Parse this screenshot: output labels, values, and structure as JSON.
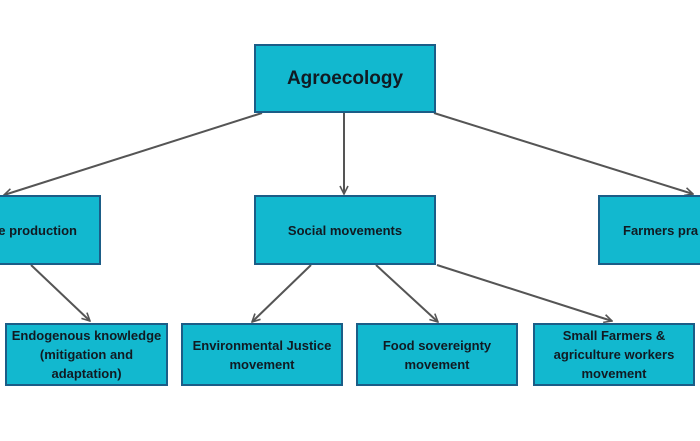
{
  "colors": {
    "box_fill": "#12b8cf",
    "box_border": "#1b5d87",
    "connector": "#555555",
    "text": "#111a22",
    "background": "#ffffff"
  },
  "nodes": {
    "root": {
      "label": "Agroecology"
    },
    "left": {
      "label": "e production"
    },
    "social": {
      "label": "Social movements"
    },
    "right": {
      "label": "Farmers pra"
    },
    "endogenous": {
      "label": "Endogenous knowledge (mitigation and adaptation)"
    },
    "environmental": {
      "label": "Environmental Justice movement"
    },
    "food": {
      "label": "Food sovereignty movement"
    },
    "small_farmers": {
      "label": "Small Farmers & agriculture workers movement"
    }
  }
}
